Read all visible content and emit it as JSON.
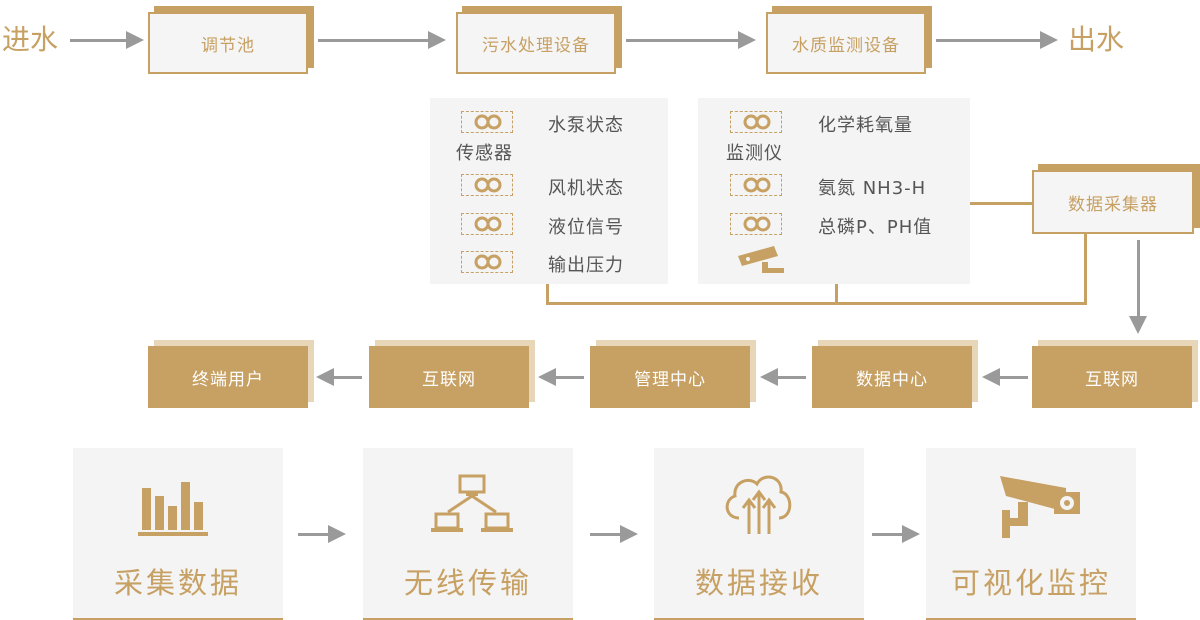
{
  "process": {
    "inlet": "进水",
    "outlet": "出水",
    "steps": [
      "调节池",
      "污水处理设备",
      "水质监测设备"
    ]
  },
  "left_sensors": [
    {
      "label": "水泵状态",
      "sub": "传感器"
    },
    {
      "label": "风机状态"
    },
    {
      "label": "液位信号"
    },
    {
      "label": "输出压力"
    }
  ],
  "right_sensors": [
    {
      "label": "化学耗氧量",
      "sub": "监测仪"
    },
    {
      "label": "氨氮 NH3-H"
    },
    {
      "label": "总磷P、PH值"
    },
    {
      "label": "",
      "icon": "camera-icon"
    }
  ],
  "collector": "数据采集器",
  "data_flow": [
    "互联网",
    "数据中心",
    "管理中心",
    "互联网",
    "终端用户"
  ],
  "stages": [
    {
      "label": "采集数据",
      "icon": "bar-chart-icon"
    },
    {
      "label": "无线传输",
      "icon": "network-icon"
    },
    {
      "label": "数据接收",
      "icon": "cloud-upload-icon"
    },
    {
      "label": "可视化监控",
      "icon": "cctv-camera-icon"
    }
  ],
  "colors": {
    "accent": "#c7a063",
    "arrow": "#9a9a9a",
    "panel": "#f4f4f4"
  }
}
